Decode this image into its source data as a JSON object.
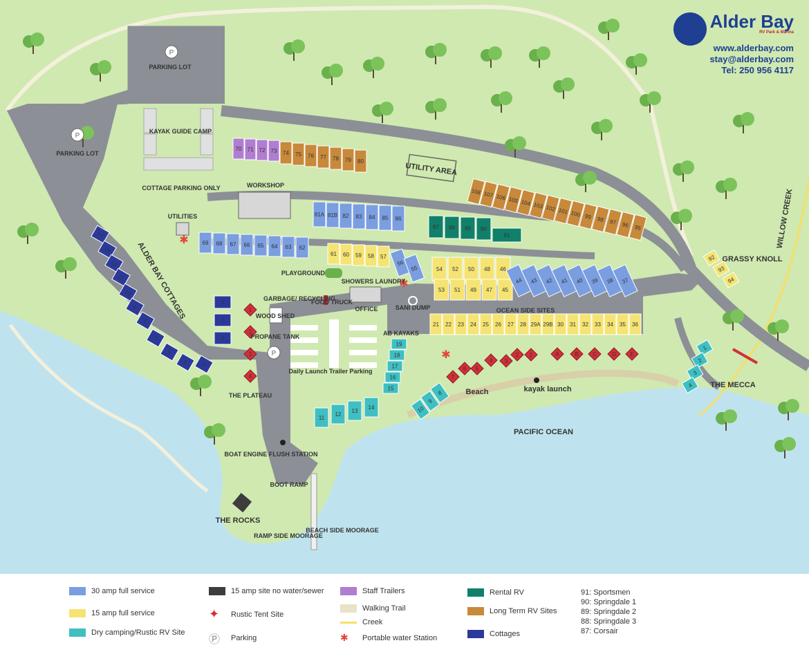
{
  "brand": {
    "name": "Alder Bay",
    "subtitle": "RV Park & Marina",
    "website": "www.alderbay.com",
    "email": "stay@alderbay.com",
    "phone": "Tel: 250 956 4117"
  },
  "map_labels": {
    "parking_top": "PARKING LOT",
    "parking_left": "PARKING LOT",
    "kayak_camp": "KAYAK GUIDE CAMP",
    "cottage_parking": "COTTAGE PARKING ONLY",
    "workshop": "WORKSHOP",
    "utilities": "UTILITIES",
    "utility_area": "UTILITY AREA",
    "alder_bay_cottages": "ALDER BAY COTTAGES",
    "playground": "PLAYGROUND",
    "showers": "SHOWERS LAUNDRY",
    "office": "OFFICE",
    "food_truck": "FOOD TRUCK",
    "garbage": "GARBAGE/ RECYCLING",
    "wood_shed": "WOOD SHED",
    "propane": "PROPANE TANK",
    "sani_dump": "SANI DUMP",
    "daily_launch": "Daily Launch Trailer Parking",
    "ab_kayaks": "AB KAYAKS",
    "ocean_side": "OCEAN SIDE SITES",
    "plateau": "THE PLATEAU",
    "beach": "Beach",
    "kayak_launch": "kayak launch",
    "pacific": "PACIFIC OCEAN",
    "grassy_knoll": "GRASSY KNOLL",
    "willow_creek": "WILLOW CREEK",
    "mecca": "THE MECCA",
    "boat_engine": "BOAT ENGINE FLUSH STATION",
    "boot_ramp": "BOOT RAMP",
    "rocks": "THE ROCKS",
    "ramp_side": "RAMP SIDE MOORAGE",
    "beach_side": "BEACH SIDE MOORAGE"
  },
  "colors": {
    "blue": "#7a9ee0",
    "yellow": "#f5e473",
    "teal": "#3fbfc2",
    "navy": "#2b3a9a",
    "orange": "#c8893a",
    "purple": "#b07ed0",
    "green": "#11806a",
    "red": "#d32f3a",
    "grey": "#8c8f96",
    "grass": "#cfe9b0",
    "water": "#bfe3ee",
    "tree": "#6ab04c"
  },
  "sites": {
    "staff": [
      "70",
      "71",
      "72",
      "73"
    ],
    "longterm_top": [
      "74",
      "75",
      "76",
      "77",
      "78",
      "79",
      "80"
    ],
    "longterm_right": [
      "108",
      "107",
      "106",
      "105",
      "104",
      "103",
      "102",
      "101",
      "100",
      "99",
      "98",
      "97",
      "96",
      "95"
    ],
    "row81": [
      "81A",
      "81B",
      "82",
      "83",
      "84",
      "85",
      "86"
    ],
    "rental": [
      "87",
      "88",
      "89",
      "90",
      "91"
    ],
    "row69": [
      "69",
      "68",
      "67",
      "66",
      "65",
      "64",
      "63",
      "62"
    ],
    "y61": [
      "61",
      "60",
      "59",
      "58",
      "57"
    ],
    "b56": [
      "56",
      "55"
    ],
    "ymid": [
      "54",
      "52",
      "50",
      "48",
      "46"
    ],
    "ymid2": [
      "53",
      "51",
      "49",
      "47",
      "45"
    ],
    "brow": [
      "44",
      "43",
      "42",
      "41",
      "40",
      "39",
      "38",
      "37"
    ],
    "ocean": [
      "21",
      "22",
      "23",
      "24",
      "25",
      "26",
      "27",
      "28",
      "29A",
      "29B",
      "30",
      "31",
      "32",
      "33",
      "34",
      "35",
      "36"
    ],
    "teal_kay": [
      "19",
      "18",
      "17",
      "16",
      "15"
    ],
    "teal_low": [
      "11",
      "12",
      "13",
      "14"
    ],
    "teal_beach": [
      "10",
      "9",
      "8"
    ],
    "grassy": [
      "92",
      "93",
      "94"
    ],
    "mecca": [
      "1",
      "2",
      "3",
      "4"
    ],
    "cottages_arc": [
      "14",
      "13",
      "12",
      "11",
      "10",
      "9",
      "8",
      "7",
      "6",
      "5",
      "4"
    ],
    "cottages_left": [
      "1",
      "2",
      "3"
    ],
    "tents_plateau": [
      "1",
      "2",
      "3",
      "4"
    ],
    "tents_beach": [
      "7",
      "6",
      "5",
      "4",
      "3",
      "2",
      "1",
      "A",
      "B",
      "C",
      "D",
      "E"
    ]
  },
  "legend": [
    {
      "label": "30 amp full service",
      "color": "#7a9ee0",
      "kind": "swatch"
    },
    {
      "label": "15 amp full service",
      "color": "#f5e473",
      "kind": "swatch"
    },
    {
      "label": "Dry camping/Rustic RV Site",
      "color": "#3fbfc2",
      "kind": "swatch"
    },
    {
      "label": "15 amp site no water/sewer",
      "color": "#3d3d3d",
      "kind": "swatch"
    },
    {
      "label": "Rustic Tent Site",
      "color": "#d32f3a",
      "kind": "tent"
    },
    {
      "label": "Parking",
      "color": "#8c8f96",
      "kind": "parking"
    },
    {
      "label": "Staff Trailers",
      "color": "#b07ed0",
      "kind": "swatch"
    },
    {
      "label": "Walking Trail",
      "color": "#e8e3c6",
      "kind": "swatch"
    },
    {
      "label": "Creek",
      "color": "#f5df6a",
      "kind": "line"
    },
    {
      "label": "Portable water Station",
      "color": "#e2463a",
      "kind": "star"
    },
    {
      "label": "Rental RV",
      "color": "#11806a",
      "kind": "swatch"
    },
    {
      "label": "Long Term RV Sites",
      "color": "#c8893a",
      "kind": "swatch"
    },
    {
      "label": "Cottages",
      "color": "#2b3a9a",
      "kind": "swatch"
    }
  ],
  "rental_names": [
    "91: Sportsmen",
    "90: Springdale  1",
    "89: Springdale  2",
    "88: Springdale  3",
    "87: Corsair"
  ]
}
